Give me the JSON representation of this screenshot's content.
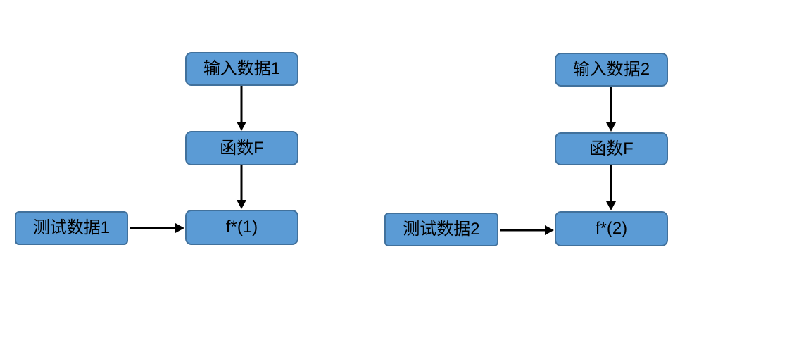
{
  "diagram": {
    "background_color": "#ffffff",
    "node_fill_color": "#5b9bd5",
    "node_border_color": "#41719c",
    "arrow_color": "#000000",
    "text_color": "#000000",
    "flows": [
      {
        "id": "1",
        "nodes": {
          "input": "输入数据1",
          "function": "函数F",
          "output": "f*(1)",
          "test": "测试数据1"
        }
      },
      {
        "id": "2",
        "nodes": {
          "input": "输入数据2",
          "function": "函数F",
          "output": "f*(2)",
          "test": "测试数据2"
        }
      }
    ]
  }
}
